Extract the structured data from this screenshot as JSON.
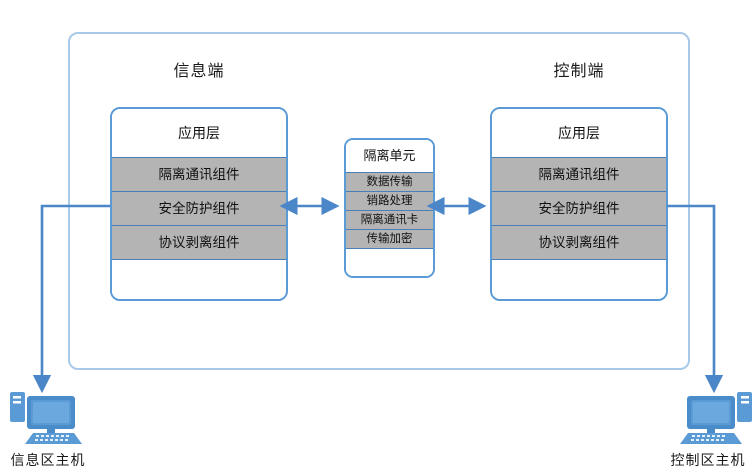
{
  "diagram": {
    "title_left": "信息端",
    "title_right": "控制端",
    "colors": {
      "frame_border": "#a9c9e8",
      "panel_border": "#5b9bd5",
      "row_fill": "#b4b4b4",
      "arrow": "#4a86c8",
      "icon_blue": "#5b9bd5",
      "icon_blue_dark": "#3f7cc0"
    },
    "left_panel": {
      "header": "应用层",
      "rows": [
        "隔离通讯组件",
        "安全防护组件",
        "协议剥离组件"
      ]
    },
    "right_panel": {
      "header": "应用层",
      "rows": [
        "隔离通讯组件",
        "安全防护组件",
        "协议剥离组件"
      ]
    },
    "center_unit": {
      "header": "隔离单元",
      "rows": [
        "数据传输",
        "销路处理",
        "隔离通讯卡",
        "传输加密"
      ]
    },
    "hosts": {
      "left_label": "信息区主机",
      "right_label": "控制区主机"
    }
  }
}
